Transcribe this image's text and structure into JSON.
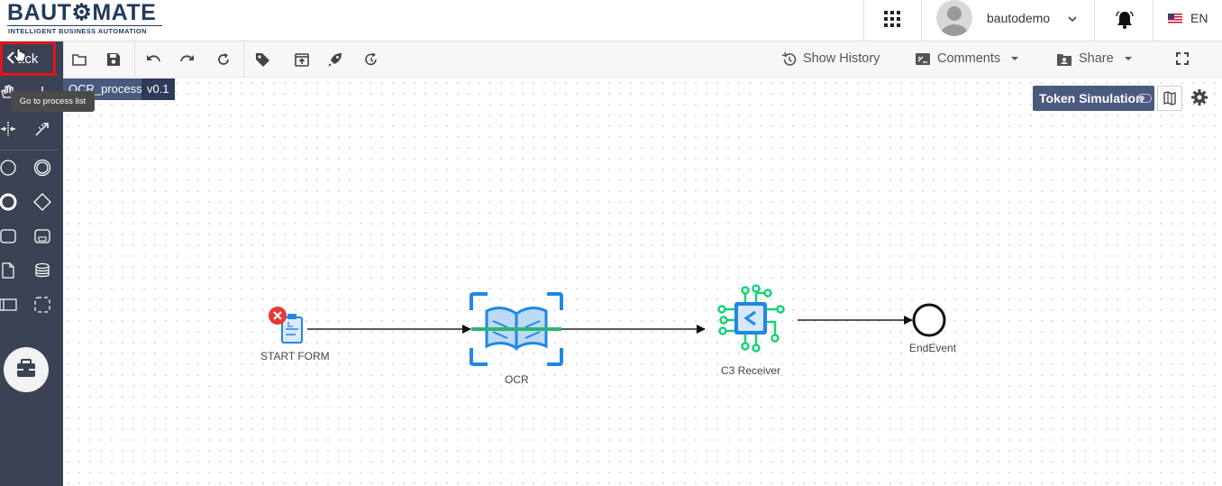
{
  "header": {
    "logo_text": "BAUT⚙MATE",
    "logo_tagline": "INTELLIGENT BUSINESS AUTOMATION",
    "username": "bautodemo",
    "language": "EN"
  },
  "palette": {
    "back_label": "ack",
    "tooltip": "Go to process list"
  },
  "toolbar": {
    "show_history": "Show History",
    "comments": "Comments",
    "share": "Share"
  },
  "canvas": {
    "process_name": "OCR_process",
    "process_version": "v0.1",
    "token_simulation": "Token Simulation",
    "nodes": {
      "start": "START FORM",
      "ocr": "OCR",
      "receiver": "C3 Receiver",
      "end": "EndEvent"
    }
  },
  "colors": {
    "palette_bg": "#3a4253",
    "accent_blue": "#4a5a7e",
    "ocr_blue": "#1e88e5",
    "ocr_green": "#2bb673",
    "receiver_green": "#19d27a",
    "error_red": "#e53935",
    "highlight_red": "#e3141b"
  },
  "icons": [
    "apps-grid-icon",
    "user-avatar-icon",
    "chevron-down-icon",
    "bell-icon",
    "us-flag-icon",
    "folder-icon",
    "save-icon",
    "undo-icon",
    "redo-icon",
    "refresh-icon",
    "tag-icon",
    "upload-icon",
    "rocket-icon",
    "rotate-icon",
    "history-icon",
    "comment-icon",
    "share-folder-icon",
    "fullscreen-icon",
    "hand-tool-icon",
    "space-tool-icon",
    "connect-tool-icon",
    "start-event-icon",
    "intermediate-event-icon",
    "end-event-icon",
    "gateway-icon",
    "task-icon",
    "subprocess-icon",
    "data-object-icon",
    "data-store-icon",
    "pool-icon",
    "group-icon",
    "toolbox-icon",
    "map-icon",
    "gear-icon"
  ]
}
